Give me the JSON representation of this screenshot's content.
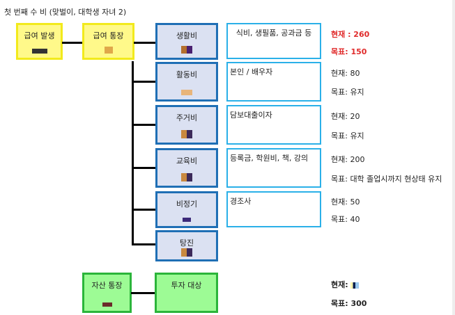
{
  "title": "첫 번째 수  비  (맞벌이, 대학생 자녀 2)",
  "source": [
    {
      "label": "급여 발생",
      "icon": "wallet-icon"
    },
    {
      "label": "급여 통장",
      "icon": "coins-icon"
    }
  ],
  "categories": [
    {
      "label": "생활비",
      "desc": "식비, 생필품, 공과금 등",
      "current": "현재 : 260",
      "target": "목표: 150",
      "highlight": true
    },
    {
      "label": "활동비",
      "desc": "본인 / 배우자",
      "current": "현재: 80",
      "target": "목표: 유지"
    },
    {
      "label": "주거비",
      "desc": "담보대출이자",
      "current": "현재: 20",
      "target": "목표: 유지"
    },
    {
      "label": "교육비",
      "desc": "등록금, 학원비, 책, 강의",
      "current": "현재:  200",
      "target": "목표: 대학 졸업시까지 현상태 유지"
    },
    {
      "label": "비정기",
      "desc": "경조사",
      "current": "현재: 50",
      "target": "목표: 40"
    },
    {
      "label": "탕진"
    }
  ],
  "assets": {
    "account": "자산 통장",
    "invest": "투자 대상",
    "current": "현재:",
    "target": "목표: 300"
  },
  "colors": {
    "yellow": "#fff98a",
    "blue": "#dbe1f2",
    "green": "#9dfb95",
    "red": "#e02b2b"
  }
}
